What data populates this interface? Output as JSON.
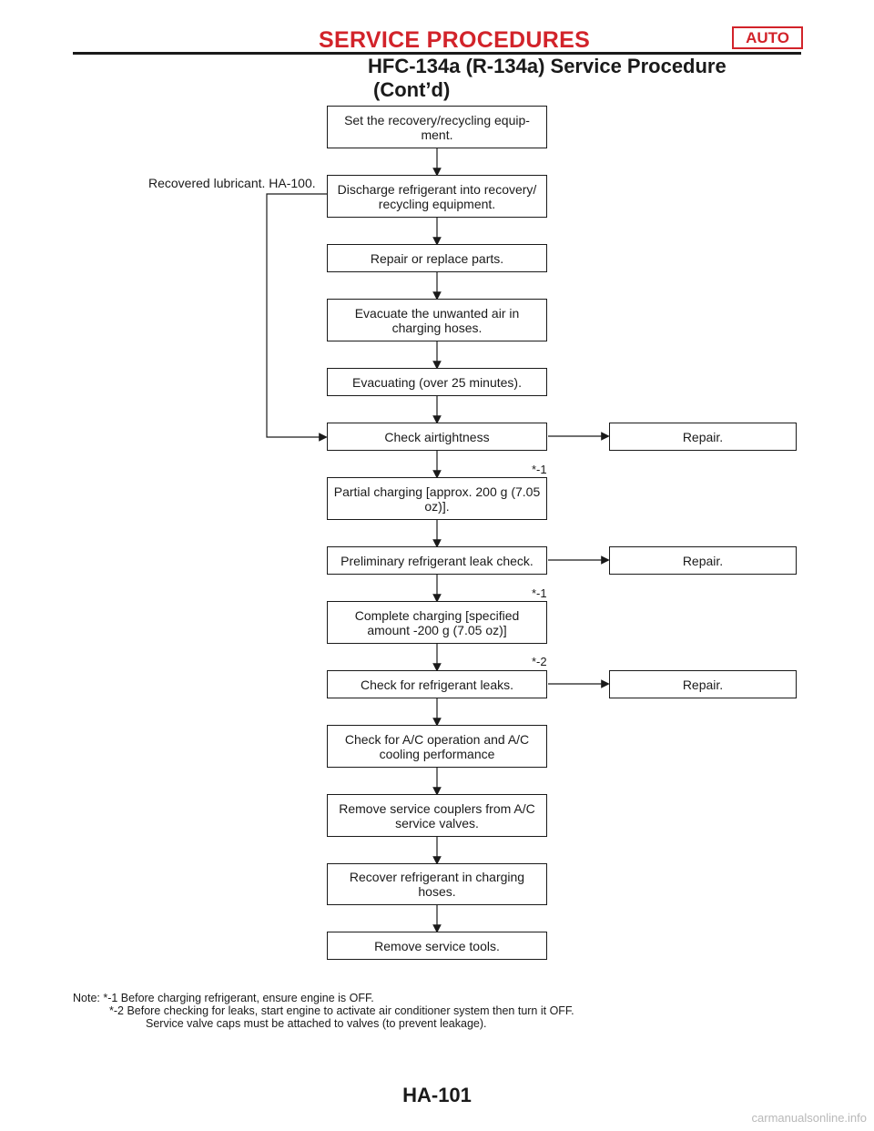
{
  "header": {
    "section": "SERVICE PROCEDURES",
    "badge": "AUTO",
    "title_line1": "HFC-134a (R-134a) Service Procedure",
    "title_line2": "(Cont’d)"
  },
  "flow": {
    "steps": [
      "Set the recovery/recycling equip-ment.",
      "Discharge refrigerant into recovery/ recycling equipment.",
      "Repair or replace parts.",
      "Evacuate the unwanted air in charging hoses.",
      "Evacuating (over 25 minutes).",
      "Check airtightness",
      "Partial charging [approx. 200 g (7.05 oz)].",
      "Preliminary refrigerant leak check.",
      "Complete charging [specified amount -200 g (7.05 oz)]",
      "Check for refrigerant leaks.",
      "Check for A/C operation and A/C cooling performance",
      "Remove service couplers from A/C service valves.",
      "Recover refrigerant in charging hoses.",
      "Remove service tools."
    ],
    "repair_label": "Repair.",
    "side_label": "Recovered lubricant. HA-100.",
    "star1": "*-1",
    "star2": "*-2"
  },
  "notes": {
    "line1": "Note:  *-1  Before charging refrigerant, ensure engine is OFF.",
    "line2": "*-2  Before checking for leaks, start engine to activate air conditioner system then turn it OFF.",
    "line3": "Service valve caps must be attached to valves (to prevent leakage)."
  },
  "footer": {
    "page": "HA-101",
    "watermark": "carmanualsonline.info"
  }
}
